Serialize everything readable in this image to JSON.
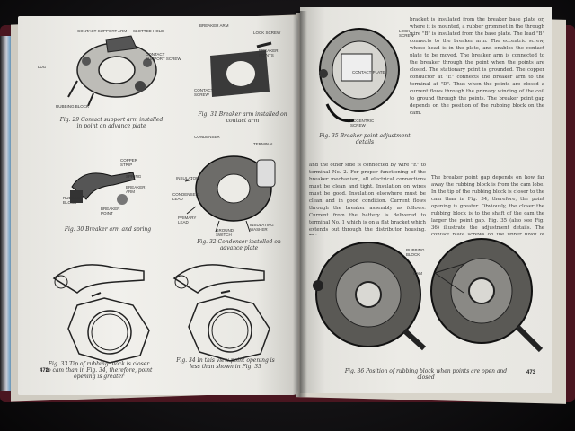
{
  "left_page": {
    "figures": [
      {
        "caption": "Fig. 29 Contact support arm installed in point on advance plate",
        "labels": [
          "CONTACT SUPPORT ARM",
          "SLOTTED HOLE",
          "CONTACT SUPPORT SCREW",
          "LUG",
          "RUBBING BLOCK"
        ]
      },
      {
        "caption": "Fig. 31 Breaker arm installed on contact arm",
        "labels": [
          "BREAKER ARM",
          "LOCK SCREW",
          "BREAKER POINTS",
          "CONTACT SCREW"
        ]
      },
      {
        "caption": "Fig. 30 Breaker arm and spring",
        "labels": [
          "COPPER STRIP",
          "SPRING",
          "BREAKER ARM",
          "RUBBING BLOCK",
          "BREAKER POINT"
        ]
      },
      {
        "caption": "Fig. 32 Condenser installed on advance plate",
        "labels": [
          "CONDENSER",
          "TERMINAL",
          "INSULATOR",
          "CONDENSER LEAD",
          "PRIMARY LEAD",
          "GROUND SWITCH",
          "INSULATING WASHER"
        ]
      },
      {
        "caption": "Fig. 33 Tip of rubbing block is closer to cam than in Fig. 34, therefore, point opening is greater",
        "labels": []
      },
      {
        "caption": "Fig. 34 In this view point opening is less than shown in Fig. 33",
        "labels": []
      }
    ],
    "page_number": "472"
  },
  "right_page": {
    "figures": [
      {
        "caption": "Fig. 35 Breaker point adjustment details",
        "labels": [
          "CONTACT PLATE",
          "ECCENTRIC SCREW",
          "LOCK SCREW"
        ]
      },
      {
        "caption": "Fig. 36 Position of rubbing block when points are open and closed",
        "labels": [
          "RUBBING BLOCK",
          "CAM"
        ]
      }
    ],
    "text_top": "bracket is insulated from the breaker base plate or, where it is mounted, a rubber grommet in the through wire \"B\" is insulated from the base plate. The lead \"B\" connects to the breaker arm. The eccentric screw, whose head is in the plate, and enables the contact plate to be moved. The breaker arm is connected to the breaker through the point when the points are closed. The stationary point is grounded. The copper conductor at \"E\" connects the breaker arm to the terminal at \"D\". Thus when the points are closed a current flows through the primary winding of the coil to ground through the points. The breaker point gap depends on the position of the rubbing block on the cam.",
    "text_mid": "The breaker point gap depends on how far away the rubbing block is from the cam lobe. In the tip of the rubbing block is closer to the cam than in Fig. 34, therefore, the point opening is greater. Obviously, the closer the rubbing block is to the shaft of the cam the larger the point gap. Fig. 35 (also see Fig. 36) illustrate the adjustment details. The contact plate screws on the upper pivot of the breaker arm. It is adjusted by turning the eccentric screw whose head is about 1/16\" off center, providing the head to move the plate about 1/16\" either in or out. Rotate the eccentric screw about 1/4 turn, then loosen the lock screw to open the points. Breaker point to point gap is 0.016\" to 0.020\". Move the breaker point in or out until the proper gap is obtained, then tighten the lock screw.",
    "text_left_col": "and the other side is connected by wire \"E\" to terminal No. 2. For proper functioning of the breaker mechanism, all electrical connections must be clean and tight. Insulation on wires must be good. Insulation elsewhere must be clean and in good condition. Current flows through the breaker assembly as follows: Current from the battery is delivered to terminal No. 1 which is on a flat bracket which extends out through the distributor housing. This",
    "page_number": "473"
  }
}
